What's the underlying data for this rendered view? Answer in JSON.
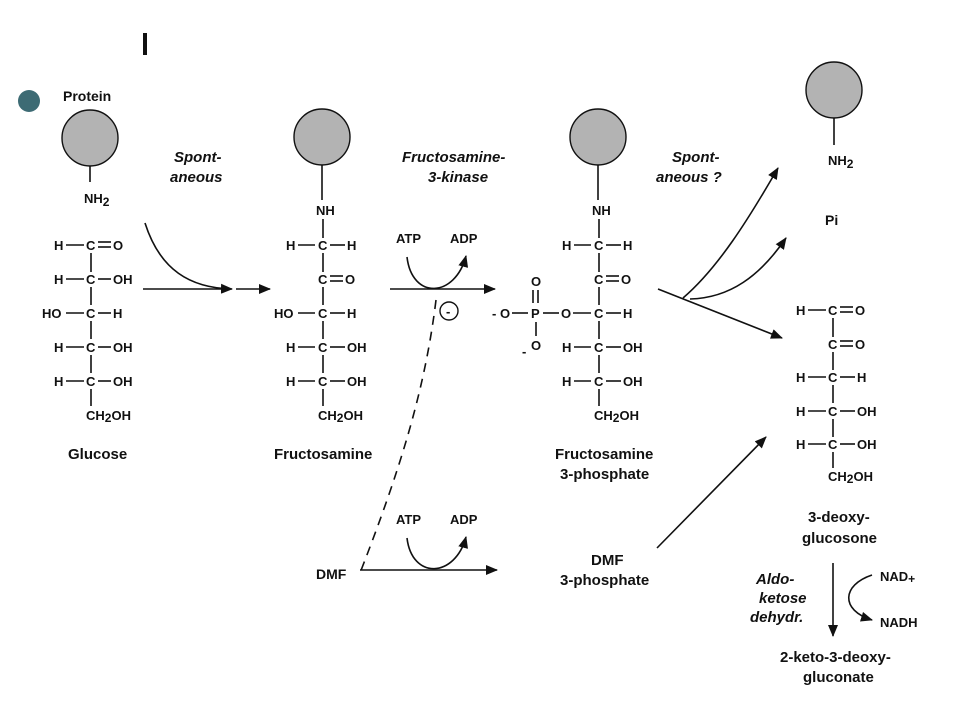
{
  "slide": {
    "title_mark": "l",
    "bullet_color": "#3d6b74",
    "protein_fill": "#b3b3b3"
  },
  "labels": {
    "protein": "Protein",
    "nh2": "NH",
    "nh2_sub": "2",
    "nh": "NH",
    "pi": "Pi",
    "minus_circle": "-",
    "minus": "-",
    "o": "O",
    "p": "P"
  },
  "steps": {
    "spont1_a": "Spont-",
    "spont1_b": "aneous",
    "kinase_a": "Fructosamine-",
    "kinase_b": "3-kinase",
    "spont2_a": "Spont-",
    "spont2_b": "aneous ?",
    "atp": "ATP",
    "adp": "ADP",
    "aldo_a": "Aldo-",
    "aldo_b": "ketose",
    "aldo_c": "dehydr.",
    "nad": "NAD",
    "nad_sup": "+",
    "nadh": "NADH"
  },
  "compounds": {
    "glucose": "Glucose",
    "fructosamine": "Fructosamine",
    "f3p_a": "Fructosamine",
    "f3p_b": "3-phosphate",
    "deoxy_a": "3-deoxy-",
    "deoxy_b": "glucosone",
    "keto_a": "2-keto-3-deoxy-",
    "keto_b": "gluconate",
    "dmf": "DMF",
    "dmf3p_a": "DMF",
    "dmf3p_b": "3-phosphate"
  },
  "atoms": {
    "H": "H",
    "C": "C",
    "O": "O",
    "OH": "OH",
    "HO": "HO",
    "CH2OH_a": "CH",
    "CH2OH_b": "2",
    "CH2OH_c": "OH"
  }
}
